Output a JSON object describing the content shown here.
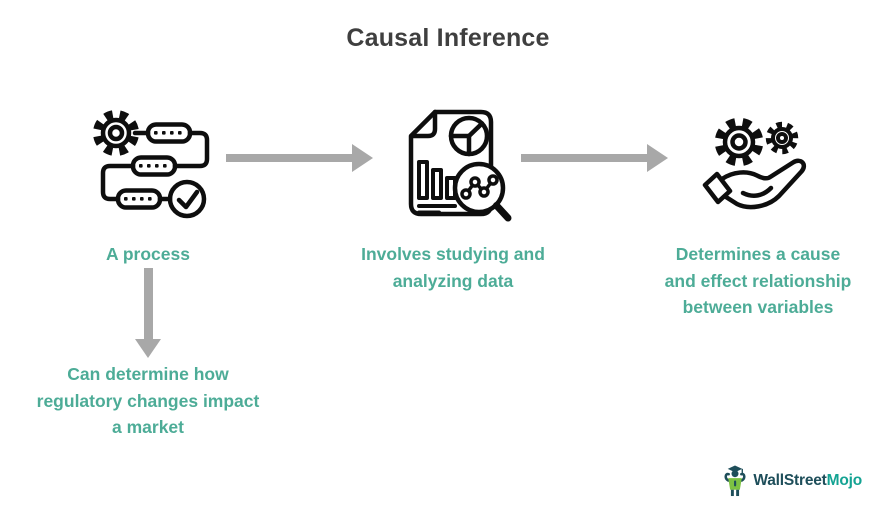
{
  "title": "Causal Inference",
  "colors": {
    "accent_teal": "#4DAC97",
    "arrow_gray": "#A8A8A8",
    "title_color": "#3F3F3F",
    "icon_color": "#0E0E0E",
    "logo_dark": "#1E4E5A",
    "logo_teal": "#14A393",
    "logo_green": "#7DC243",
    "background": "#FFFFFF"
  },
  "steps": [
    {
      "icon": "process-icon",
      "label": "A process",
      "lines": [
        "A process"
      ]
    },
    {
      "icon": "data-analysis-icon",
      "label": "Involves studying and analyzing data",
      "lines": [
        "Involves studying and",
        "analyzing data"
      ]
    },
    {
      "icon": "hand-gears-icon",
      "label": "Determines a cause and effect relationship between variables",
      "lines": [
        "Determines a cause",
        "and effect relationship",
        "between variables"
      ]
    }
  ],
  "connectors": [
    {
      "icon": "arrow-right-icon",
      "from": "A process",
      "to": "Involves studying and analyzing data"
    },
    {
      "icon": "arrow-right-icon",
      "from": "Involves studying and analyzing data",
      "to": "Determines a cause and effect relationship between variables"
    },
    {
      "icon": "arrow-down-icon",
      "from": "A process",
      "to": "Can determine how regulatory changes impact a market"
    }
  ],
  "sub_step": {
    "label": "Can determine how regulatory changes impact a market",
    "lines": [
      "Can determine how",
      "regulatory changes impact",
      "a market"
    ]
  },
  "logo": {
    "brand_part1": "WallStreet",
    "brand_part2": "Mojo",
    "mascot": "wallstreetmojo-mascot-icon"
  }
}
